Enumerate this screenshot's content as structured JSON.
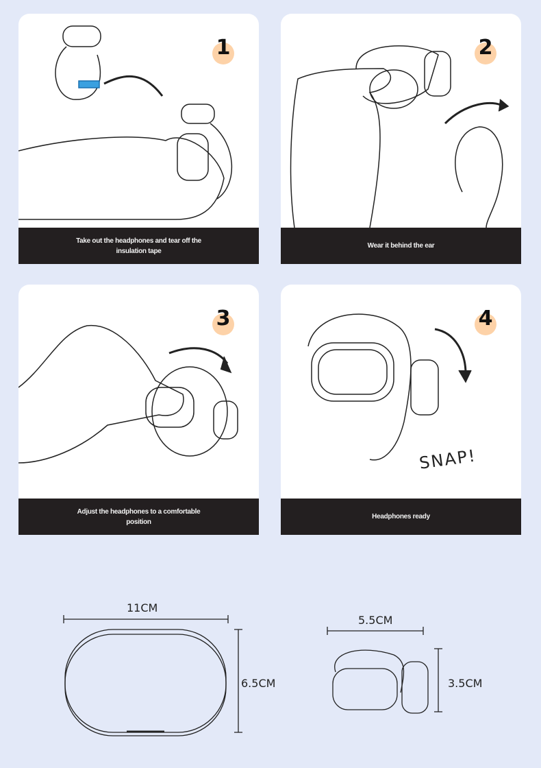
{
  "steps": [
    {
      "number": "1",
      "caption": "Take out the headphones and tear off the insulation tape"
    },
    {
      "number": "2",
      "caption": "Wear it behind the ear"
    },
    {
      "number": "3",
      "caption": "Adjust the headphones to a comfortable position"
    },
    {
      "number": "4",
      "caption": "Headphones ready",
      "annotation": "SNAP!"
    }
  ],
  "dimensions": {
    "case_width": "11CM",
    "case_height": "6.5CM",
    "earbud_width": "5.5CM",
    "earbud_height": "3.5CM"
  },
  "colors": {
    "background": "#e3e9f8",
    "badge": "#fdd2a8",
    "caption_bar": "#231f20",
    "tape": "#3aa0e0"
  }
}
